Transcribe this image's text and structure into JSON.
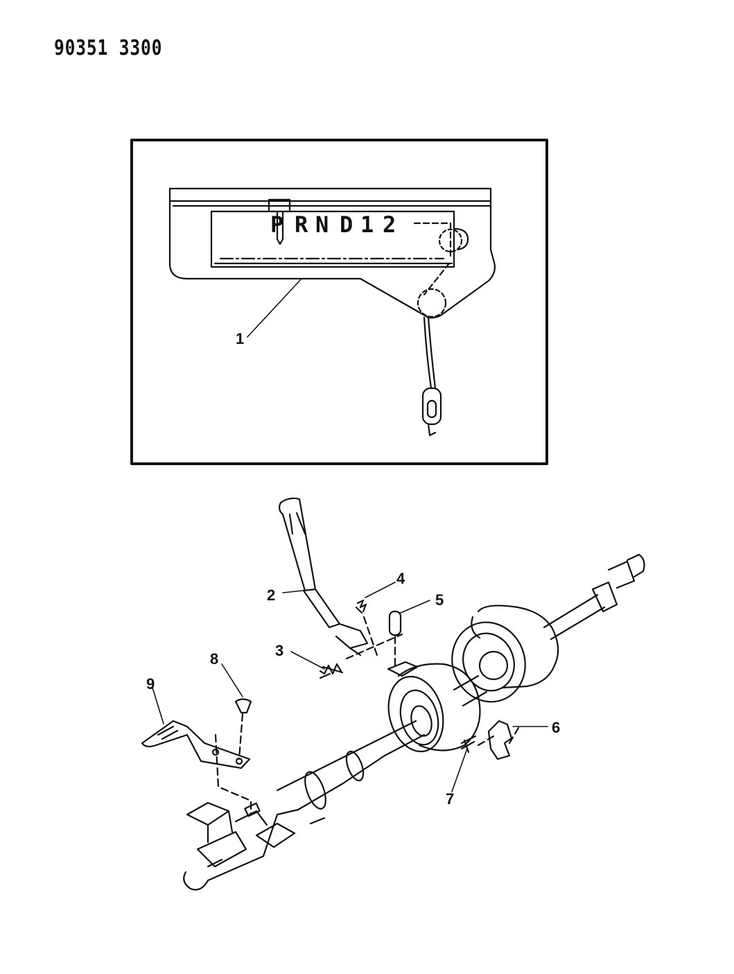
{
  "header": {
    "doc_id": "90351 3300"
  },
  "inset": {
    "gear_labels": [
      "P",
      "R",
      "N",
      "D",
      "1",
      "2"
    ]
  },
  "callouts": {
    "c1": "1",
    "c2": "2",
    "c3": "3",
    "c4": "4",
    "c5": "5",
    "c6": "6",
    "c7": "7",
    "c8": "8",
    "c9": "9"
  }
}
